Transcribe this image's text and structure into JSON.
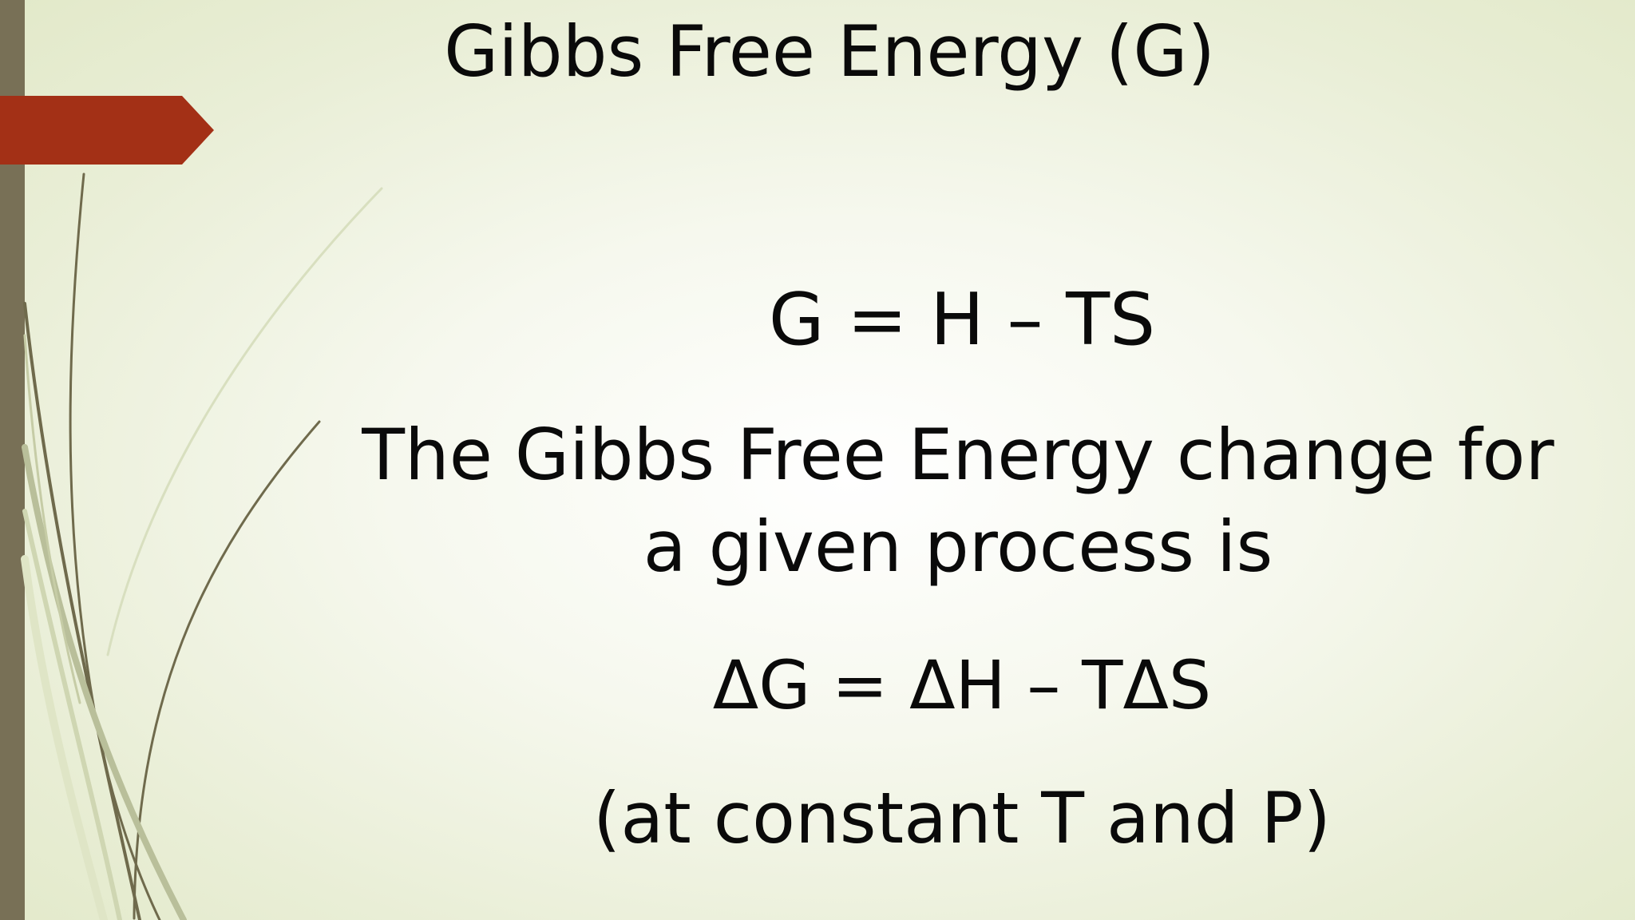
{
  "slide": {
    "title": "Gibbs Free Energy (G)",
    "equation_main": "G = H – TS",
    "description": "The Gibbs Free Energy change for a given process is",
    "equation_delta": "ΔG = ΔH – TΔS",
    "condition": "(at constant T and P)"
  },
  "theme": {
    "accent_color": "#a33016",
    "bar_color": "#787056",
    "background_center": "#ffffff",
    "background_edge": "#e2e9c9"
  }
}
